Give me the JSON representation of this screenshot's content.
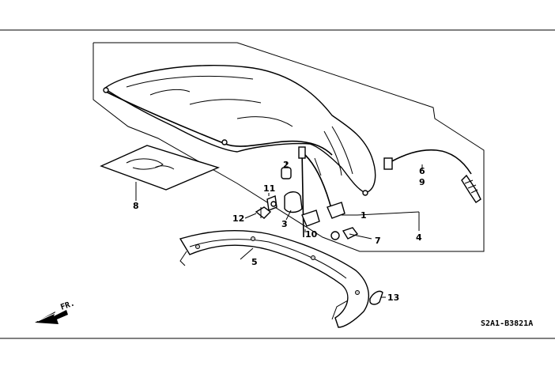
{
  "diagram": {
    "callouts": [
      {
        "id": "c1",
        "label": "1"
      },
      {
        "id": "c2",
        "label": "2"
      },
      {
        "id": "c3",
        "label": "3"
      },
      {
        "id": "c4",
        "label": "4"
      },
      {
        "id": "c5",
        "label": "5"
      },
      {
        "id": "c6",
        "label": "6"
      },
      {
        "id": "c7",
        "label": "7"
      },
      {
        "id": "c8",
        "label": "8"
      },
      {
        "id": "c9",
        "label": "9"
      },
      {
        "id": "c10",
        "label": "10"
      },
      {
        "id": "c11",
        "label": "11"
      },
      {
        "id": "c12",
        "label": "12"
      },
      {
        "id": "c13",
        "label": "13"
      }
    ],
    "direction_label": "FR.",
    "diagram_code": "S2A1-B3821A"
  }
}
